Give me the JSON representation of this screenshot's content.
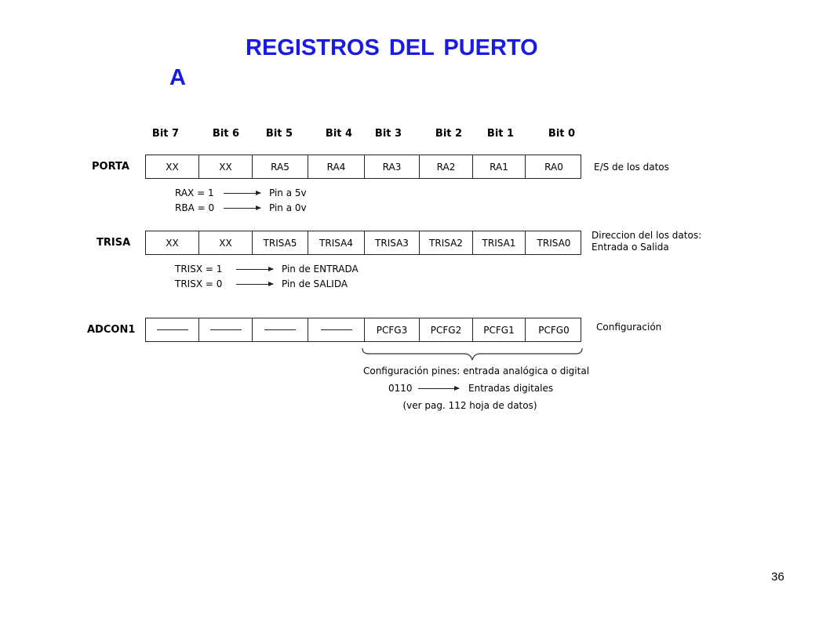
{
  "title": {
    "line1": "REGISTROS DEL PUERTO",
    "line2": "A"
  },
  "bit_headers": [
    "Bit 7",
    "Bit 6",
    "Bit 5",
    "Bit 4",
    "Bit 3",
    "Bit 2",
    "Bit 1",
    "Bit 0"
  ],
  "registers": {
    "porta": {
      "name": "PORTA",
      "cells": [
        "XX",
        "XX",
        "RA5",
        "RA4",
        "RA3",
        "RA2",
        "RA1",
        "RA0"
      ],
      "description": "E/S de los datos",
      "notes": [
        {
          "left": "RAX = 1",
          "right": "Pin a 5v"
        },
        {
          "left": "RBA = 0",
          "right": "Pin a 0v"
        }
      ]
    },
    "trisa": {
      "name": "TRISA",
      "cells": [
        "XX",
        "XX",
        "TRISA5",
        "TRISA4",
        "TRISA3",
        "TRISA2",
        "TRISA1",
        "TRISA0"
      ],
      "description_line1": "Direccion del  los datos:",
      "description_line2": "Entrada o Salida",
      "notes": [
        {
          "left": "TRISX = 1",
          "right": "Pin de ENTRADA"
        },
        {
          "left": "TRISX = 0",
          "right": "Pin de SALIDA"
        }
      ]
    },
    "adcon1": {
      "name": "ADCON1",
      "cells": [
        "",
        "",
        "",
        "",
        "PCFG3",
        "PCFG2",
        "PCFG1",
        "PCFG0"
      ],
      "description": "Configuración"
    }
  },
  "config_note": {
    "line1": "Configuración pines: entrada analógica o digital",
    "code": "0110",
    "code_meaning": "Entradas digitales",
    "line3": "(ver pag. 112 hoja de datos)"
  },
  "page_number": "36"
}
